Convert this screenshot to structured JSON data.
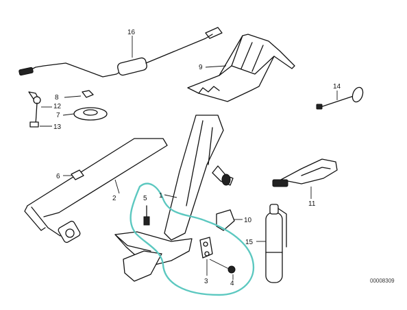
{
  "callouts": [
    {
      "id": "c16",
      "text": "16"
    },
    {
      "id": "c9",
      "text": "9"
    },
    {
      "id": "c8",
      "text": "8"
    },
    {
      "id": "c12",
      "text": "12"
    },
    {
      "id": "c7",
      "text": "7"
    },
    {
      "id": "c13",
      "text": "13"
    },
    {
      "id": "c14",
      "text": "14"
    },
    {
      "id": "c6",
      "text": "6"
    },
    {
      "id": "c2",
      "text": "2"
    },
    {
      "id": "c1",
      "text": "1"
    },
    {
      "id": "c5",
      "text": "5"
    },
    {
      "id": "c10",
      "text": "10"
    },
    {
      "id": "c15",
      "text": "15"
    },
    {
      "id": "c11",
      "text": "11"
    },
    {
      "id": "c3",
      "text": "3"
    },
    {
      "id": "c4",
      "text": "4"
    }
  ],
  "reference": "00008309",
  "colors": {
    "line": "#111111",
    "highlight": "#5cc8c0",
    "background": "#ffffff"
  }
}
